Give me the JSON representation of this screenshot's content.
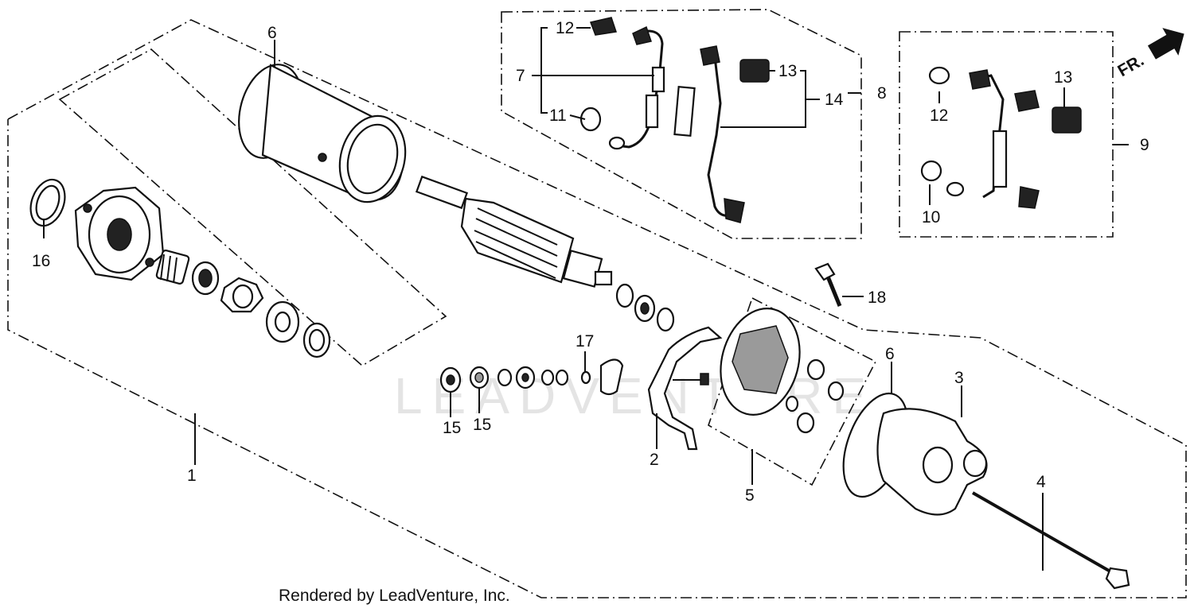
{
  "footer": {
    "credit": "Rendered by LeadVenture, Inc."
  },
  "watermark": {
    "text": "LEADVENTURE"
  },
  "direction_marker": {
    "label": "FR."
  },
  "callouts": [
    {
      "id": "1",
      "text": "1"
    },
    {
      "id": "2",
      "text": "2"
    },
    {
      "id": "3",
      "text": "3"
    },
    {
      "id": "4",
      "text": "4"
    },
    {
      "id": "5",
      "text": "5"
    },
    {
      "id": "6a",
      "text": "6"
    },
    {
      "id": "6b",
      "text": "6"
    },
    {
      "id": "7",
      "text": "7"
    },
    {
      "id": "8",
      "text": "8"
    },
    {
      "id": "9",
      "text": "9"
    },
    {
      "id": "10",
      "text": "10"
    },
    {
      "id": "11",
      "text": "11"
    },
    {
      "id": "12a",
      "text": "12"
    },
    {
      "id": "12b",
      "text": "12"
    },
    {
      "id": "13a",
      "text": "13"
    },
    {
      "id": "13b",
      "text": "13"
    },
    {
      "id": "14",
      "text": "14"
    },
    {
      "id": "15a",
      "text": "15"
    },
    {
      "id": "15b",
      "text": "15"
    },
    {
      "id": "16",
      "text": "16"
    },
    {
      "id": "17",
      "text": "17"
    },
    {
      "id": "18",
      "text": "18"
    }
  ]
}
